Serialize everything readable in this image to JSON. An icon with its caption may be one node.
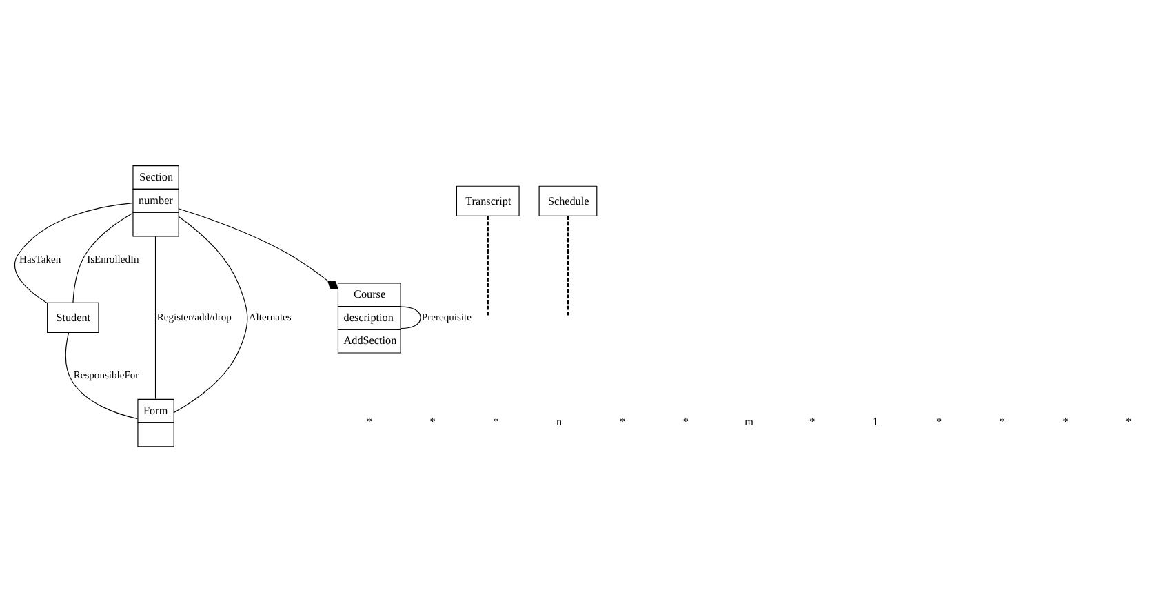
{
  "diagram": {
    "nodes": [
      {
        "text": [
          "Section",
          "number"
        ]
      },
      {
        "text": [
          "Transcript"
        ]
      },
      {
        "text": [
          "Schedule"
        ]
      },
      {
        "text": [
          "Student"
        ]
      },
      {
        "text": [
          "Form"
        ]
      },
      {
        "text": [
          "Course",
          "description",
          "AddSection"
        ]
      }
    ],
    "edges": [
      {
        "from": 0,
        "to": 3,
        "arrow": "none",
        "label": "HasTaken"
      },
      {
        "from": 0,
        "to": 3,
        "arrow": "none",
        "label": "IsEnrolledIn"
      },
      {
        "from": 1,
        "to": null,
        "arrow": "none",
        "style": "dashed"
      },
      {
        "from": 2,
        "to": null,
        "arrow": "none",
        "style": "dashed"
      },
      {
        "from": 0,
        "to": 4,
        "arrow": "none",
        "label": "Register/add/drop"
      },
      {
        "from": 0,
        "to": 4,
        "arrow": "none",
        "label": "Alternates"
      },
      {
        "from": 3,
        "to": 4,
        "arrow": "none",
        "label": "ResponsibleFor"
      },
      {
        "from": 0,
        "to": 5,
        "arrow": "other"
      },
      {
        "from": 5,
        "to": 5,
        "arrow": "none",
        "label": "Prerequisite"
      }
    ],
    "labels": [
      "*",
      "*",
      "*",
      "n",
      "*",
      "*",
      "m",
      "*",
      "1",
      "*",
      "*",
      "*",
      "*"
    ]
  }
}
